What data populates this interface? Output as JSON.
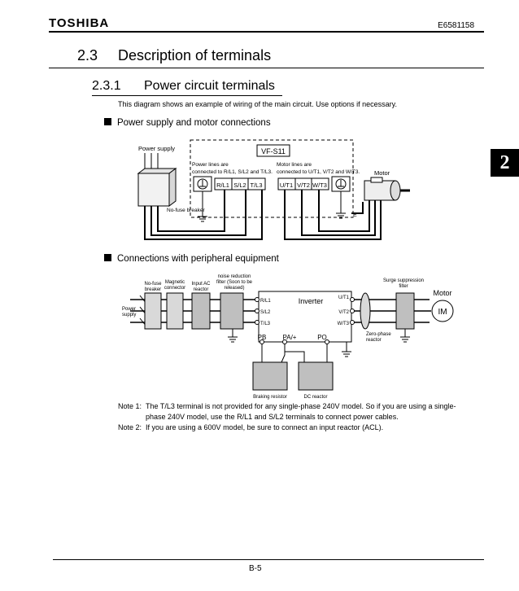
{
  "header": {
    "brand": "TOSHIBA",
    "doc_number": "E6581158"
  },
  "section": {
    "number": "2.3",
    "title": "Description of terminals"
  },
  "subsection": {
    "number": "2.3.1",
    "title": "Power circuit terminals"
  },
  "intro": "This diagram shows an example of wiring of the main circuit. Use options if necessary.",
  "side_tab": "2",
  "diagram1": {
    "heading": "Power supply and motor connections",
    "power_supply": "Power supply",
    "model": "VF-S11",
    "power_lines_1": "Power lines are",
    "power_lines_2": "connected to R/L1, S/L2 and T/L3.",
    "motor_lines_1": "Motor lines are",
    "motor_lines_2": "connected to U/T1, V/T2 and W/T3.",
    "motor": "Motor",
    "breaker": "No-fuse breaker",
    "earth": "E",
    "terminals_in": [
      "R/L1",
      "S/L2",
      "T/L3"
    ],
    "terminals_out": [
      "U/T1",
      "V/T2",
      "W/T3"
    ]
  },
  "diagram2": {
    "heading": "Connections with peripheral equipment",
    "power_supply_1": "Power",
    "power_supply_2": "supply",
    "no_fuse_1": "No-fuse",
    "no_fuse_2": "breaker",
    "magnetic_1": "Magnetic",
    "magnetic_2": "connector",
    "ac_reactor_1": "Input AC",
    "ac_reactor_2": "reactor",
    "noise_1": "noise reduction",
    "noise_2": "filter (Soon to be",
    "noise_3": "released)",
    "inverter": "Inverter",
    "in_terminals": [
      "R/L1",
      "S/L2",
      "T/L3"
    ],
    "out_terminals": [
      "U/T1",
      "V/T2",
      "W/T3"
    ],
    "surge_1": "Surge suppression",
    "surge_2": "filter",
    "motor": "Motor",
    "im": "IM",
    "zero_phase_1": "Zero-phase",
    "zero_phase_2": "reactor",
    "pb": "PB",
    "pa": "PA/+",
    "po": "PO",
    "braking": "Braking resistor",
    "dc_reactor": "DC reactor"
  },
  "notes": {
    "n1_label": "Note 1:",
    "n1_line1": "The T/L3 terminal is not provided for any single-phase 240V model. So if you are using a single-",
    "n1_line2": "phase 240V model, use the R/L1 and S/L2 terminals to connect power cables.",
    "n2_label": "Note 2:",
    "n2_line1": "If you are using a 600V model, be sure to connect an input reactor (ACL)."
  },
  "footer": {
    "page": "B-5"
  }
}
